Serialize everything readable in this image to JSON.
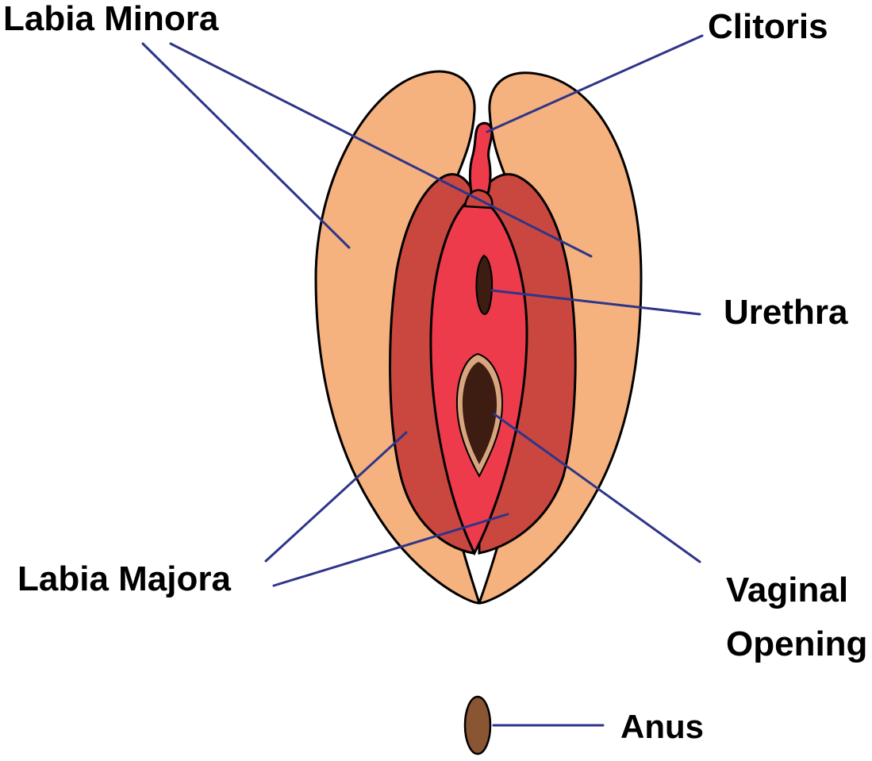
{
  "labels": {
    "labia_minora": "Labia Minora",
    "clitoris": "Clitoris",
    "urethra": "Urethra",
    "labia_majora": "Labia Majora",
    "vaginal_opening_line1": "Vaginal",
    "vaginal_opening_line2": "Opening",
    "anus": "Anus"
  },
  "colors": {
    "outer_skin": "#f5b17e",
    "inner_fold": "#c9473f",
    "inner_core": "#ed3b4b",
    "opening": "#3d1c12",
    "opening_rim": "#d8a67e",
    "anus": "#8a5533",
    "leader_line": "#2e3589",
    "outline": "#000000"
  }
}
